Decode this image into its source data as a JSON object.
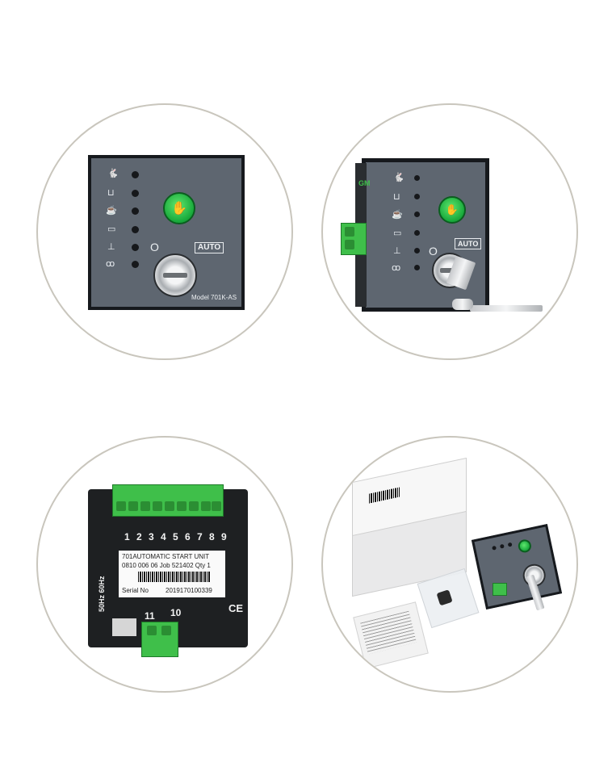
{
  "front_panel": {
    "model_label": "Model 701K-AS",
    "auto_label": "AUTO",
    "zero_label": "O",
    "icons": [
      "rabbit-icon",
      "oil-can-icon",
      "oil-pressure-icon",
      "battery-icon",
      "temperature-icon",
      "preheat-icon"
    ]
  },
  "angled_panel": {
    "auto_label": "AUTO",
    "zero_label": "O",
    "side_text": "GM"
  },
  "back_panel": {
    "terminal_numbers": [
      "1",
      "2",
      "3",
      "4",
      "5",
      "6",
      "7",
      "8",
      "9"
    ],
    "label_line1": "701AUTOMATIC START UNIT",
    "label_line2": "0810 006 06 Job 521402 Qty 1",
    "serial_label": "Serial No",
    "serial_value": "2019170100339",
    "frequency": "50Hz 60Hz",
    "ce_mark": "CE",
    "lower_numbers": [
      "11",
      "10"
    ]
  },
  "colors": {
    "panel_grey": "#5e6670",
    "terminal_green": "#3fbf4a",
    "button_green": "#17a83a",
    "circle_border": "#c9c6bd"
  }
}
